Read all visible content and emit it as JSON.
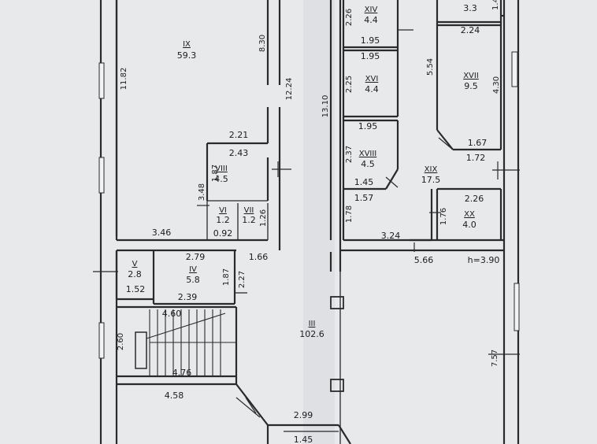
{
  "rooms": {
    "ix": {
      "num": "IX",
      "area": "59.3"
    },
    "viii": {
      "num": "VIII",
      "area": "4.5"
    },
    "vi": {
      "num": "VI",
      "area": "1.2"
    },
    "vii": {
      "num": "VII",
      "area": "1.2"
    },
    "v": {
      "num": "V",
      "area": "2.8"
    },
    "iv": {
      "num": "IV",
      "area": "5.8"
    },
    "iii": {
      "num": "III",
      "area": "102.6"
    },
    "xiv": {
      "num": "XIV",
      "area": "4.4"
    },
    "xvi": {
      "num": "XVI",
      "area": "4.4"
    },
    "xviii": {
      "num": "XVIII",
      "area": "4.5"
    },
    "xvii": {
      "num": "XVII",
      "area": "9.5"
    },
    "xix": {
      "num": "XIX",
      "area": "17.5"
    },
    "xx": {
      "num": "XX",
      "area": "4.0"
    },
    "top_right_area": "3.3"
  },
  "dims": {
    "d_11_82": "11.82",
    "d_8_30": "8.30",
    "d_12_24": "12.24",
    "d_2_21": "2.21",
    "d_2_43": "2.43",
    "d_1_87a": "1.87",
    "d_3_48": "3.48",
    "d_0_92": "0.92",
    "d_1_26": "1.26",
    "d_3_46": "3.46",
    "d_2_79": "2.79",
    "d_1_66": "1.66",
    "d_1_52": "1.52",
    "d_2_39": "2.39",
    "d_1_87b": "1.87",
    "d_2_27": "2.27",
    "d_4_60": "4.60",
    "d_2_60": "2.60",
    "d_4_76": "4.76",
    "d_4_58": "4.58",
    "d_2_99": "2.99",
    "d_1_45b": "1.45",
    "d_13_10": "13.10",
    "d_2_26a": "2.26",
    "d_1_95a": "1.95",
    "d_1_95b": "1.95",
    "d_2_25": "2.25",
    "d_1_95c": "1.95",
    "d_2_37": "2.37",
    "d_1_45a": "1.45",
    "d_1_57": "1.57",
    "d_1_78": "1.78",
    "d_3_24": "3.24",
    "d_5_66": "5.66",
    "d_h": "h=3.90",
    "d_5_54": "5.54",
    "d_4_30": "4.30",
    "d_2_24": "2.24",
    "d_1_67": "1.67",
    "d_1_72": "1.72",
    "d_2_26b": "2.26",
    "d_1_76": "1.76",
    "d_7_57": "7.57",
    "d_1_4": "1.4"
  }
}
